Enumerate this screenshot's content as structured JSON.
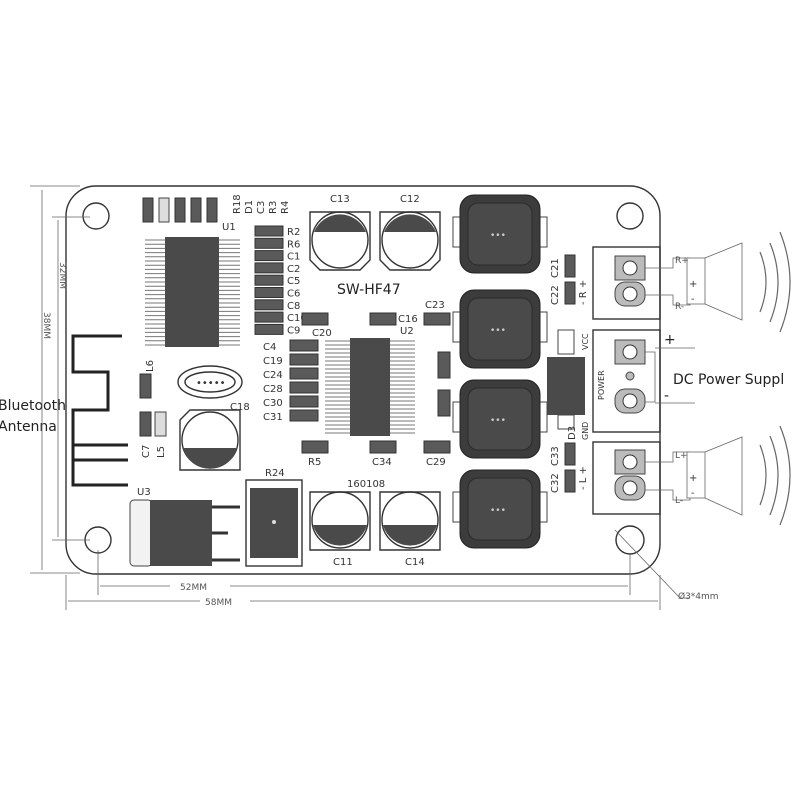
{
  "board": {
    "model": "SW-HF47",
    "date_code": "160108",
    "top_labels": [
      "R18",
      "D1",
      "C3",
      "R3",
      "R4"
    ],
    "u1": "U1",
    "u2": "U2",
    "u3": "U3",
    "r24": "R24",
    "column1_labels": [
      "R2",
      "R6",
      "C1",
      "C2",
      "C5",
      "C6",
      "C8",
      "C10",
      "C9"
    ],
    "column2_labels": [
      "C4",
      "C19",
      "C24",
      "C28",
      "C30",
      "C31"
    ],
    "caps": {
      "c13": "C13",
      "c12": "C12",
      "c18": "C18",
      "c11": "C11",
      "c14": "C14"
    },
    "small": {
      "c20": "C20",
      "c16": "C16",
      "c23": "C23",
      "r5": "R5",
      "c34": "C34",
      "c29": "C29",
      "l6": "L6",
      "c7": "C7",
      "l5": "L5"
    },
    "right": {
      "c21": "C21",
      "c22": "C22",
      "r_pol": "- R +",
      "vcc": "VCC",
      "power": "POWER",
      "gnd": "GND",
      "d3": "D3",
      "c33": "C33",
      "c32": "C32",
      "l_pol": "- L +"
    }
  },
  "annotations": {
    "bluetooth": "Bluetooth",
    "antenna": "Antenna",
    "dc_power": "DC Power Suppl",
    "plus": "+",
    "minus": "-",
    "r_plus": "R+",
    "r_minus": "R-",
    "l_plus": "L+",
    "l_minus": "L-"
  },
  "dimensions": {
    "width_inner": "52MM",
    "width_outer": "58MM",
    "height_inner": "32MM",
    "height_outer": "38MM",
    "hole": "Ø3*4mm"
  }
}
